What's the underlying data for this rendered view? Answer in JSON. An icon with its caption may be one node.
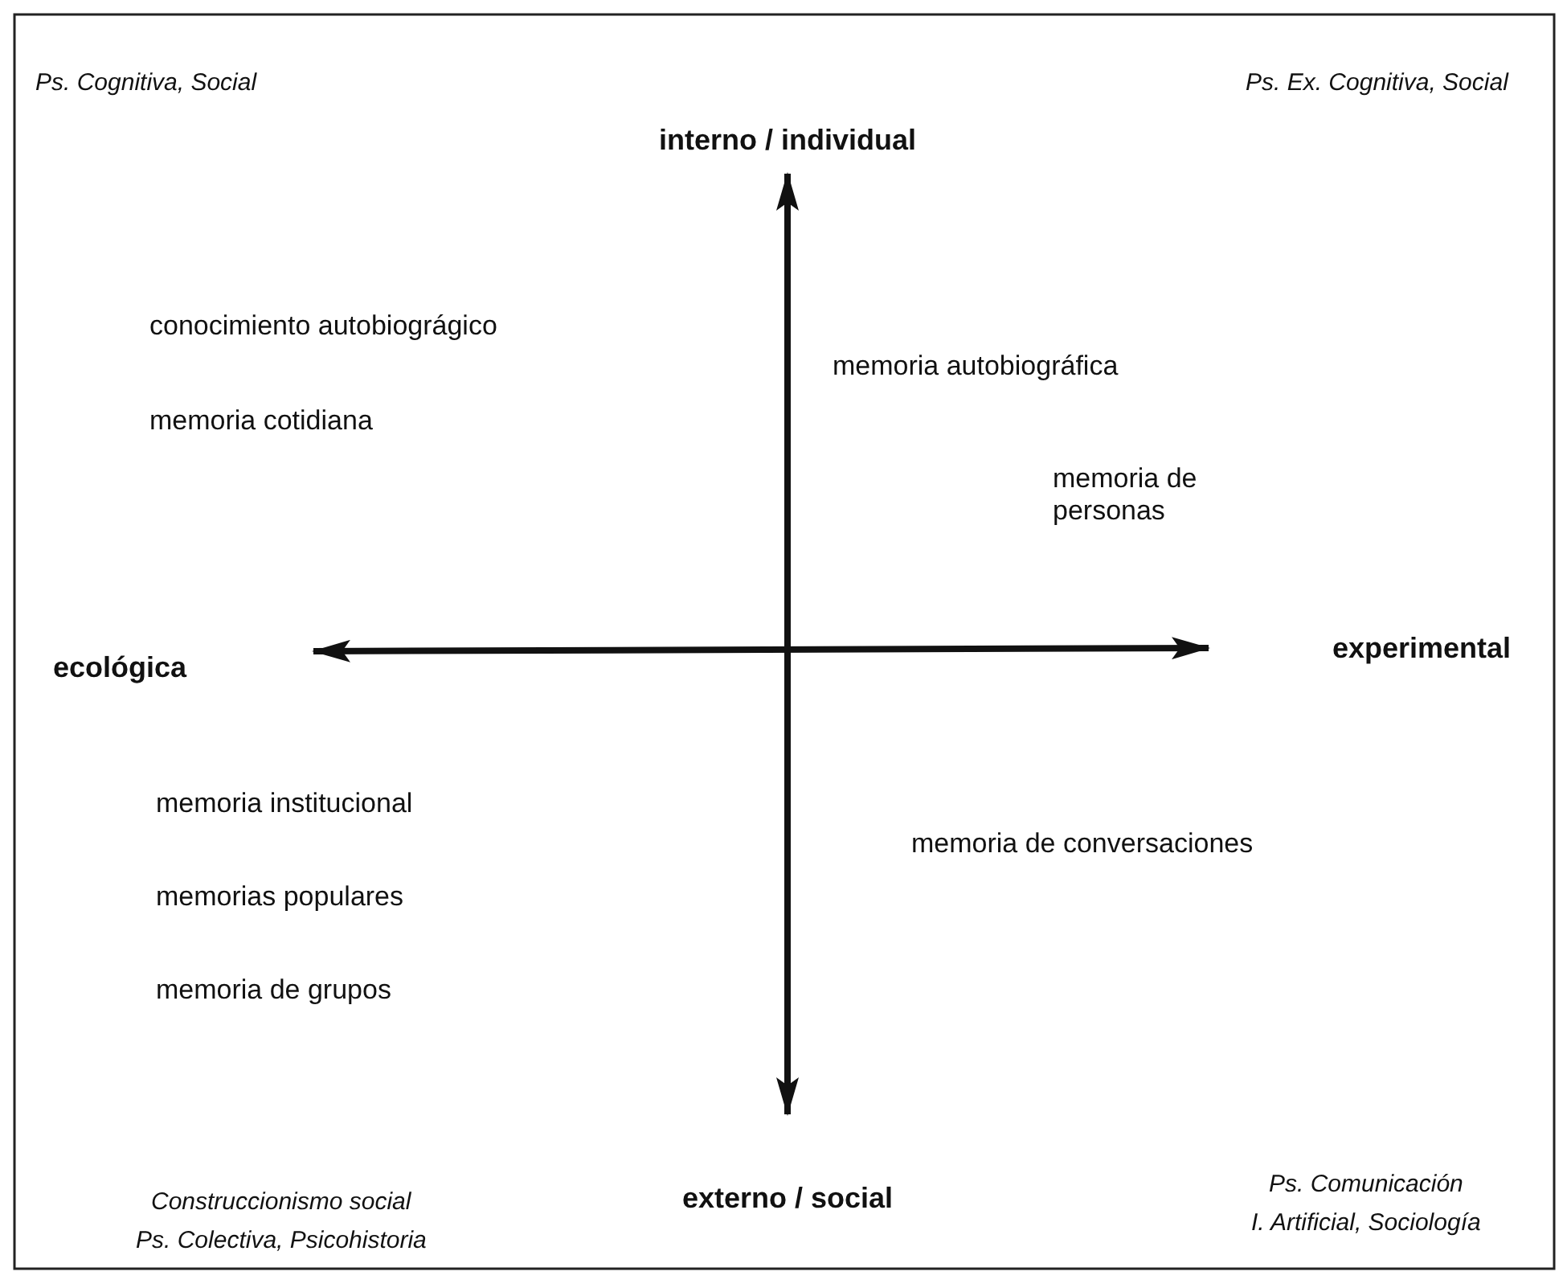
{
  "diagram": {
    "labels": [
      "Ps. Cognitiva, Social",
      "Ps. Ex. Cognitiva, Social",
      "interno / individual",
      "conocimiento autobiográgico",
      "memoria autobiográfica",
      "memoria cotidiana",
      "memoria de personas",
      "ecológica",
      "experimental",
      "memoria institucional",
      "memoria de conversaciones",
      "memorias populares",
      "memoria de grupos",
      "Construccionismo social",
      "externo / social",
      "Ps. Comunicación",
      "Ps. Colectiva, Psicohistoria",
      "I. Artificial, Sociología"
    ]
  }
}
